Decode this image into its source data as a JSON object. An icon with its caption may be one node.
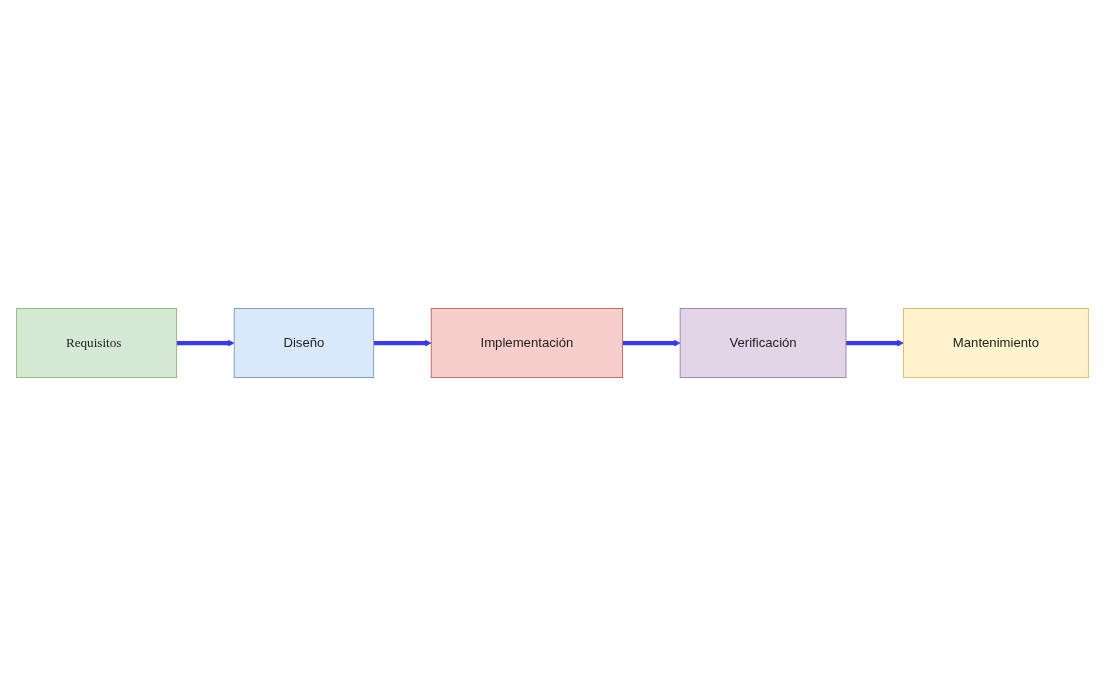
{
  "diagram": {
    "nodes": [
      {
        "text": [
          "Requisitos"
        ]
      },
      {
        "text": [
          "Diseño"
        ]
      },
      {
        "text": [
          "Implementación"
        ]
      },
      {
        "text": [
          "Verificación"
        ]
      },
      {
        "text": [
          "Mantenimiento"
        ]
      }
    ],
    "edges": [
      {
        "from": 0,
        "to": 1,
        "arrow": "to"
      },
      {
        "from": 1,
        "to": 2,
        "arrow": "to"
      },
      {
        "from": 2,
        "to": 3,
        "arrow": "to"
      },
      {
        "from": 3,
        "to": 4,
        "arrow": "to"
      }
    ]
  }
}
